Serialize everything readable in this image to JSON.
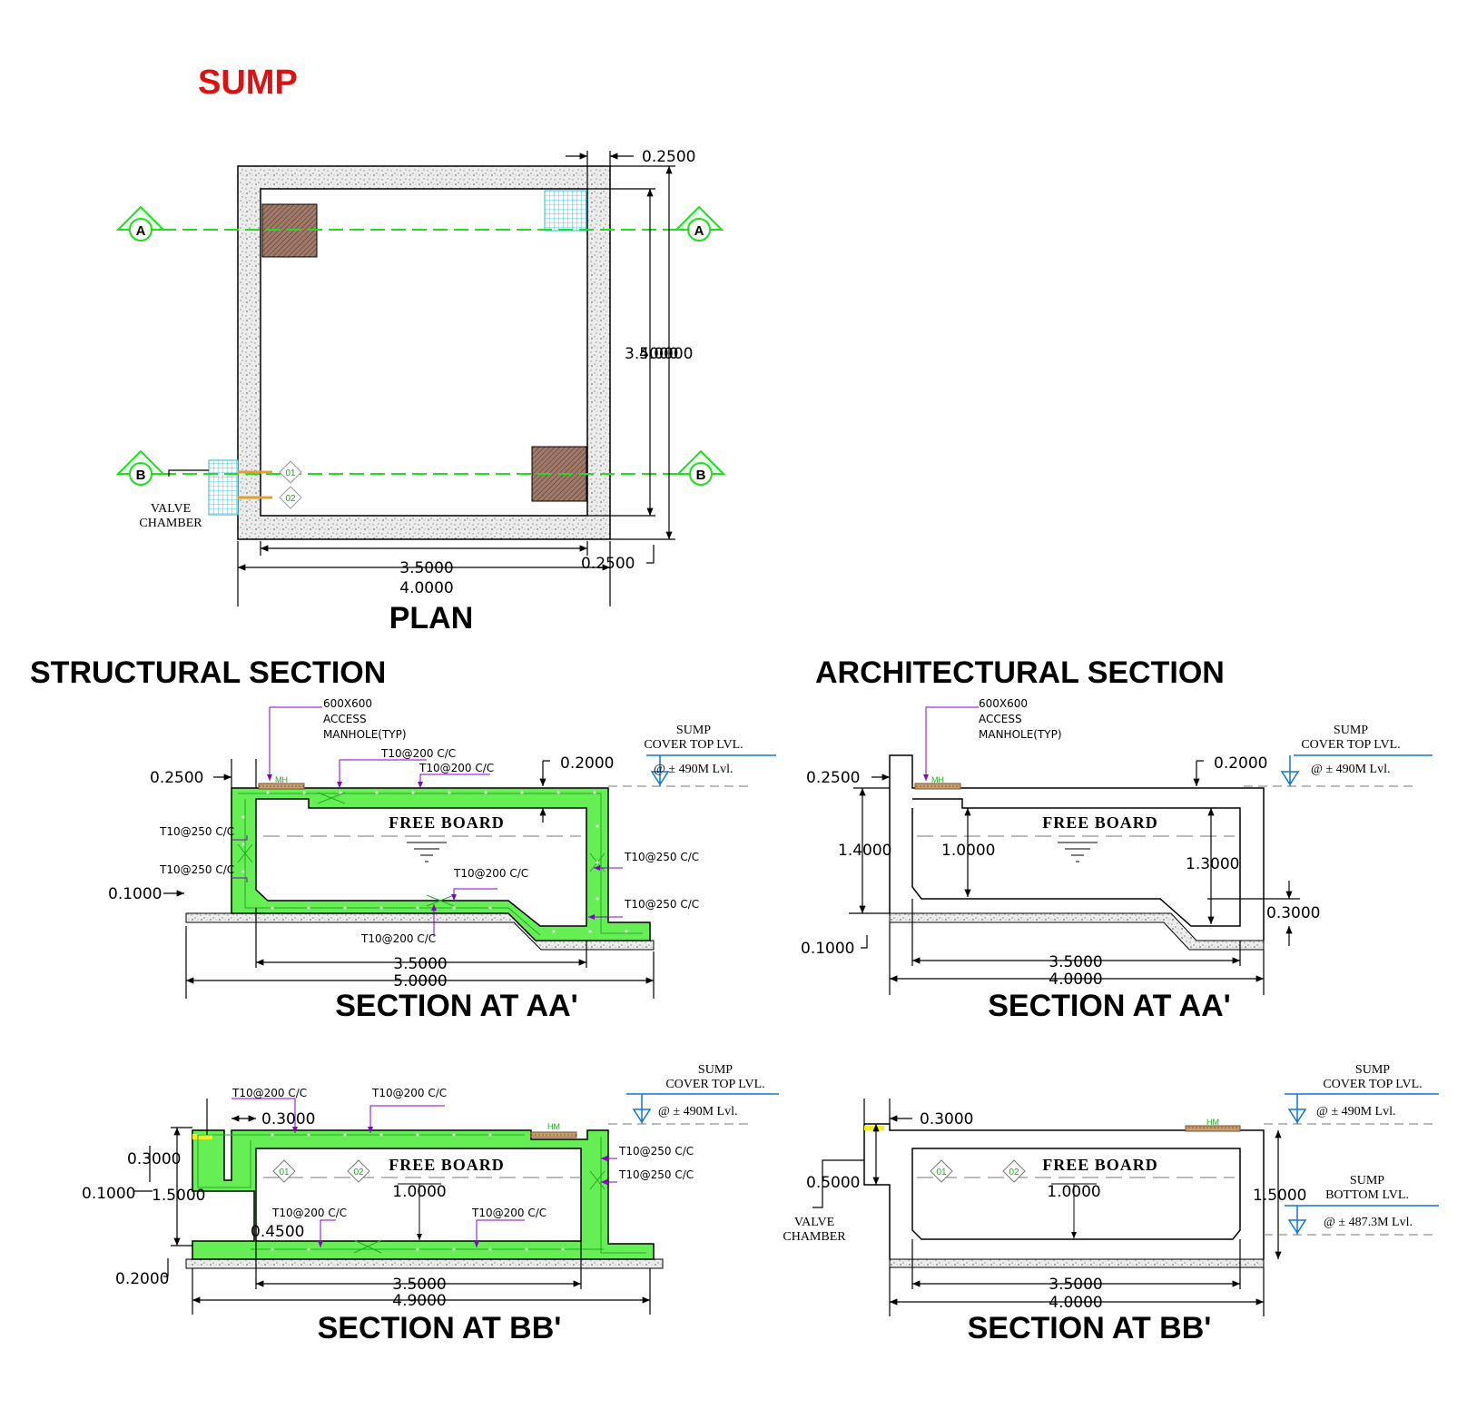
{
  "title": "SUMP",
  "plan": {
    "heading": "PLAN",
    "section_marker_a": "A",
    "section_marker_b": "B",
    "valve_chamber": [
      "VALVE",
      "CHAMBER"
    ],
    "dims": {
      "wall_top": "0.2500",
      "wall_bottom": "0.2500",
      "inner_width": "3.5000",
      "outer_width": "4.0000",
      "vertical_overlap": "3.5000",
      "vertical_overlap_b": "4.0000",
      "pipe_1": "01",
      "pipe_2": "02"
    }
  },
  "structural": {
    "heading": "STRUCTURAL SECTION",
    "aa": {
      "caption": "SECTION AT AA'",
      "manhole": [
        "600X600",
        "ACCESS",
        "MANHOLE(TYP)"
      ],
      "mh": "MH",
      "free_board": "FREE BOARD",
      "rebar": {
        "top1": "T10@200 C/C",
        "top2": "T10@200 C/C",
        "left1": "T10@250 C/C",
        "left2": "T10@250 C/C",
        "right1": "T10@250 C/C",
        "right2": "T10@250 C/C",
        "slab": "T10@200 C/C",
        "bottom": "T10@200 C/C"
      },
      "dims": {
        "top": "0.2500",
        "cover": "0.2000",
        "base": "0.1000",
        "inner": "3.5000",
        "outer": "5.0000"
      },
      "level": {
        "label1": "SUMP",
        "label2": "COVER TOP LVL.",
        "value": "@ ± 490M Lvl."
      }
    },
    "bb": {
      "caption": "SECTION AT BB'",
      "hm": "HM",
      "free_board": "FREE BOARD",
      "depth": "1.0000",
      "pipe_1": "01",
      "pipe_2": "02",
      "rebar": {
        "top1": "T10@200 C/C",
        "top2": "T10@200 C/C",
        "right1": "T10@250 C/C",
        "right2": "T10@250 C/C",
        "bot1": "T10@200 C/C",
        "bot2": "T10@200 C/C"
      },
      "dims": {
        "a": "0.3000",
        "b": "0.3000",
        "c": "0.1000",
        "d": "1.5000",
        "e": "0.4500",
        "f": "0.2000",
        "inner": "3.5000",
        "outer": "4.9000"
      },
      "level": {
        "label1": "SUMP",
        "label2": "COVER TOP LVL.",
        "value": "@ ± 490M Lvl."
      }
    }
  },
  "architectural": {
    "heading": "ARCHITECTURAL SECTION",
    "aa": {
      "caption": "SECTION AT AA'",
      "manhole": [
        "600X600",
        "ACCESS",
        "MANHOLE(TYP)"
      ],
      "mh": "MH",
      "free_board": "FREE BOARD",
      "dims": {
        "top": "0.2500",
        "cover": "0.2000",
        "h1": "1.4000",
        "h2": "1.0000",
        "h3": "1.3000",
        "h4": "0.3000",
        "base": "0.1000",
        "inner": "3.5000",
        "outer": "4.0000"
      },
      "level": {
        "label1": "SUMP",
        "label2": "COVER TOP LVL.",
        "value": "@ ± 490M Lvl."
      }
    },
    "bb": {
      "caption": "SECTION AT BB'",
      "hm": "HM",
      "free_board": "FREE BOARD",
      "depth": "1.0000",
      "pipe_1": "01",
      "pipe_2": "02",
      "valve_chamber": [
        "VALVE",
        "CHAMBER"
      ],
      "dims": {
        "top": "0.3000",
        "vc": "0.5000",
        "h": "1.5000",
        "inner": "3.5000",
        "outer": "4.0000"
      },
      "level_top": {
        "label1": "SUMP",
        "label2": "COVER TOP LVL.",
        "value": "@ ± 490M Lvl."
      },
      "level_bottom": {
        "label1": "SUMP",
        "label2": "BOTTOM LVL.",
        "value": "@ ± 487.3M Lvl."
      }
    }
  },
  "colors": {
    "title": "#dd1111",
    "section_line": "#22dd22",
    "level": "#1177cc",
    "leader": "#8800cc",
    "manhole": "#a0522d",
    "grating": "#22cccc"
  }
}
